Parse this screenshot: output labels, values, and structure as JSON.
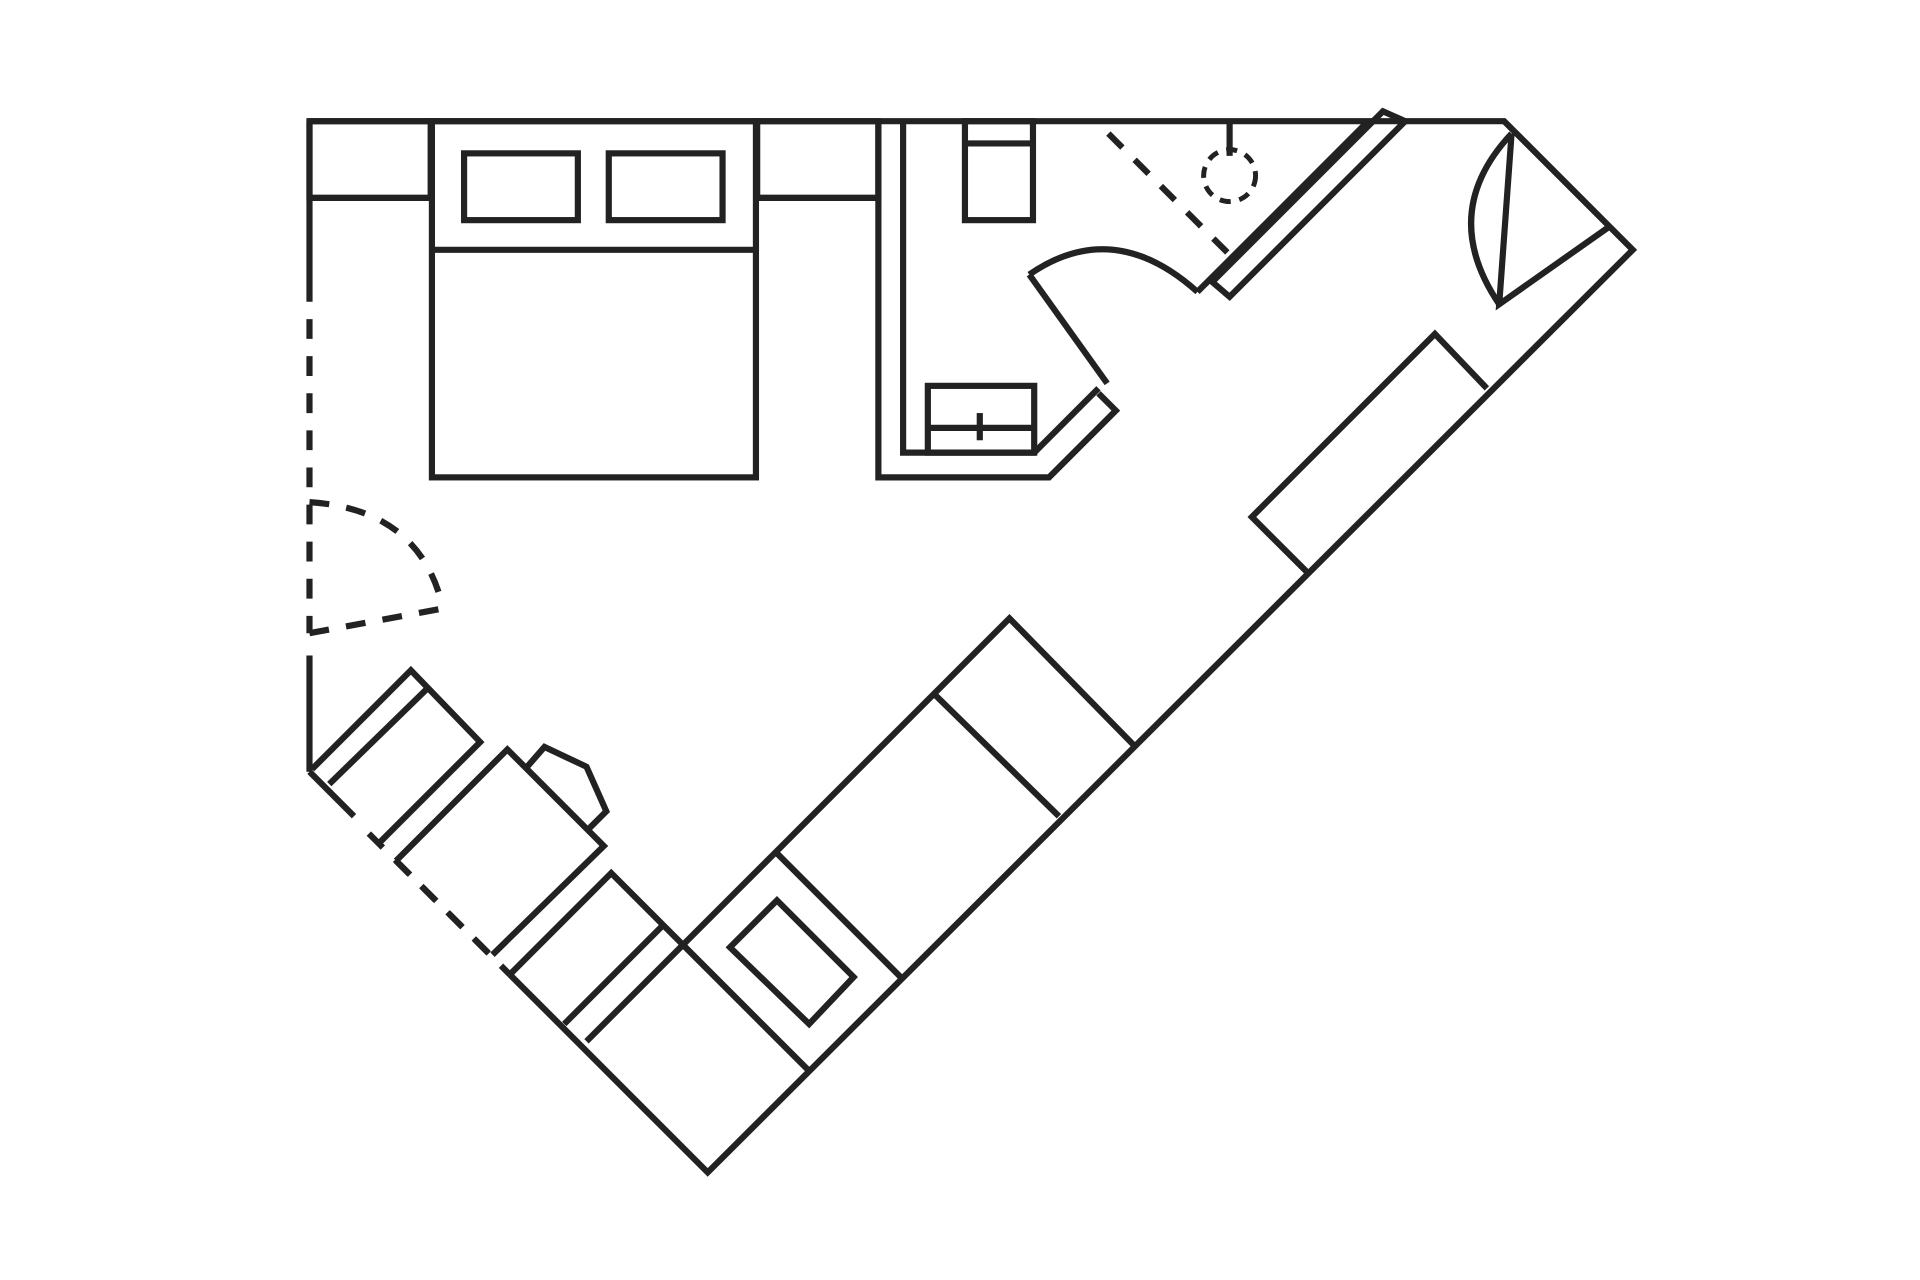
{
  "image": {
    "kind": "floor-plan",
    "style": "black line drawing on white",
    "stroke_color": "#222222",
    "background_color": "#ffffff"
  },
  "elements": [
    "exterior-wall",
    "double-bed",
    "pillow",
    "pillow",
    "wardrobe-left",
    "wardrobe-right",
    "bathroom-partition",
    "toilet",
    "washbasin",
    "bathroom-door",
    "shower-drain",
    "entrance-door",
    "kitchen-counter",
    "sofa",
    "coffee-table",
    "armchair",
    "desk",
    "desk-chair",
    "balcony-door"
  ]
}
